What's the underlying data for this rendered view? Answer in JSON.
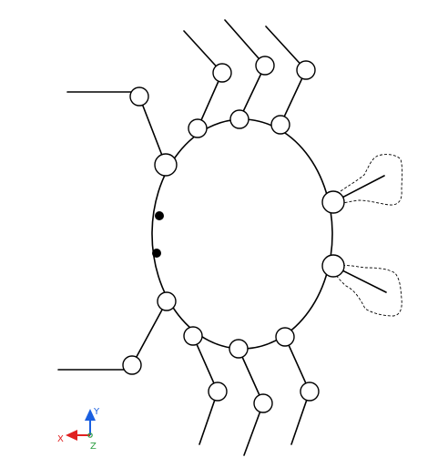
{
  "viewport": {
    "view_name": "",
    "axis_triad": {
      "x_label": "X",
      "y_label": "Y",
      "z_label": "Z",
      "colors": {
        "x": "#e02020",
        "y": "#1a5fe0",
        "z": "#2ea043"
      }
    }
  },
  "sketch": {
    "line_color": "#000000",
    "joint_fill": "#ffffff",
    "pin_color": "#000000",
    "background": "#ffffff"
  }
}
